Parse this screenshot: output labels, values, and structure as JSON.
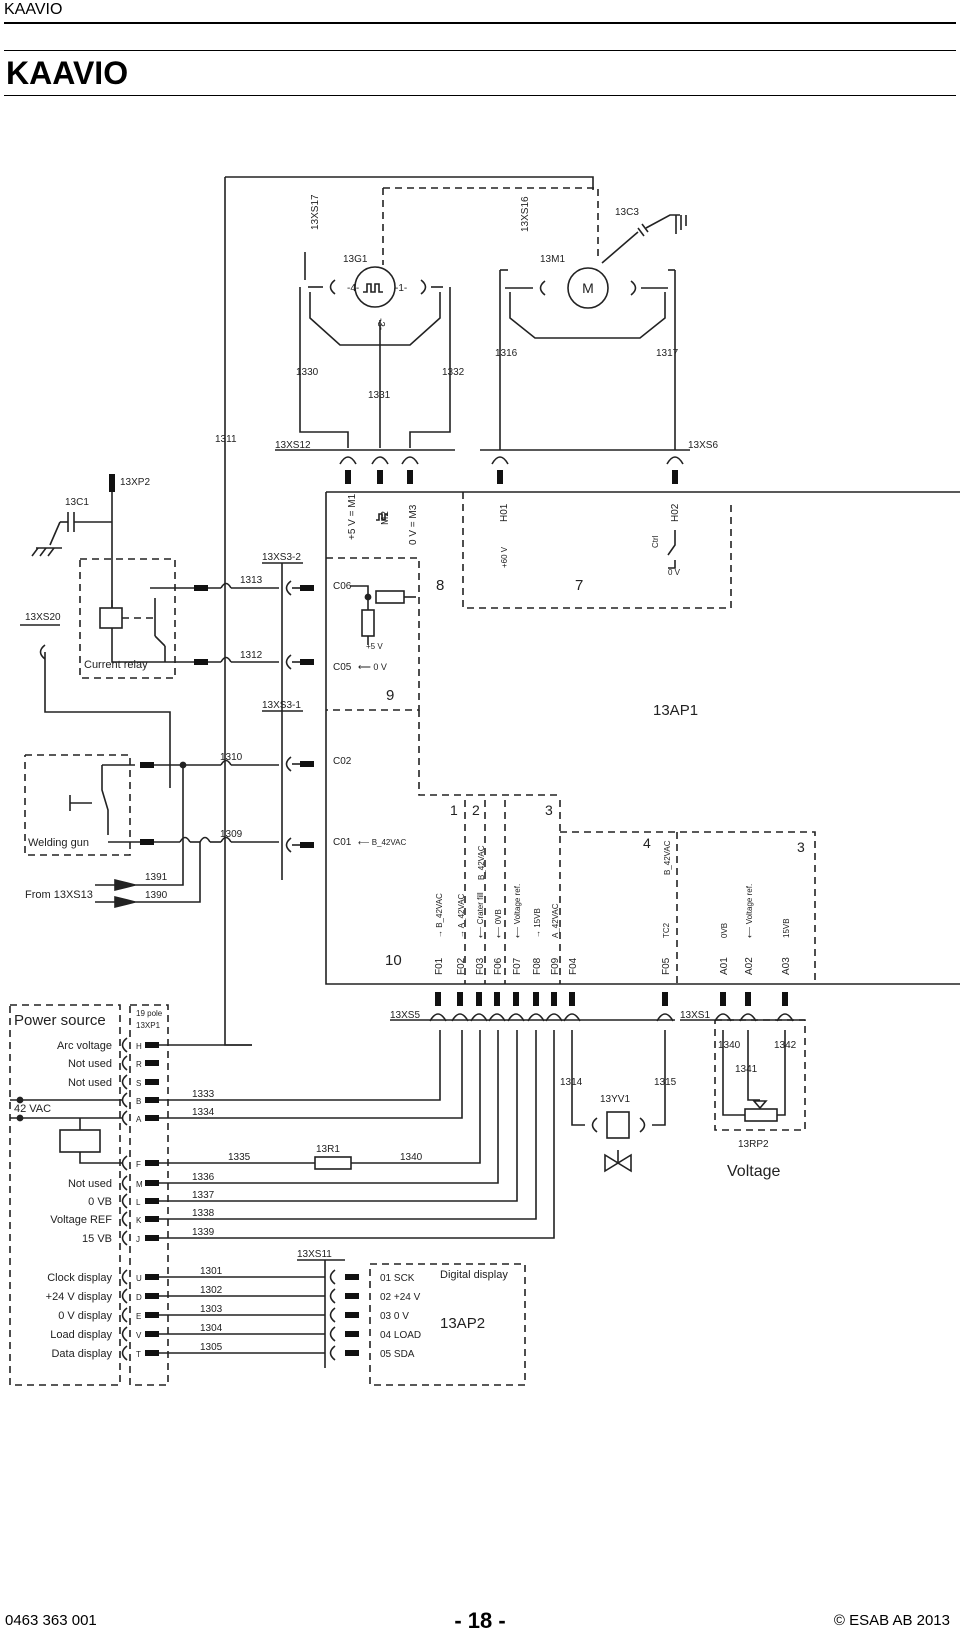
{
  "header": {
    "small_title": "KAAVIO",
    "big_title": "KAAVIO"
  },
  "footer": {
    "doc_number": "0463 363 001",
    "page": "- 18 -",
    "copyright": "© ESAB AB 2013"
  },
  "components": {
    "x13XS17": "13XS17",
    "x13G1": "13G1",
    "x13XS16": "13XS16",
    "x13M1": "13M1",
    "x13C3": "13C3",
    "motor": "M",
    "x13XS12": "13XS12",
    "x13XS6": "13XS6",
    "x13XP2": "13XP2",
    "x13C1": "13C1",
    "x13XS3_2": "13XS3-2",
    "x13XS3_1": "13XS3-1",
    "x13XS20": "13XS20",
    "current_relay": "Current relay",
    "welding_gun": "Welding gun",
    "from_13xs13": "From 13XS13",
    "x13AP1": "13AP1",
    "x13XS5": "13XS5",
    "x13XS1": "13XS1",
    "x13YV1": "13YV1",
    "x13R1": "13R1",
    "x13RP2": "13RP2",
    "voltage": "Voltage",
    "x13XS11": "13XS11",
    "digital_display": "Digital display",
    "x13AP2": "13AP2",
    "power_source": "Power source",
    "pole_19": "19 pole",
    "x13XP1": "13XP1",
    "vac42": "42 VAC",
    "g1_4": "-4-",
    "g1_1": "-1-",
    "g1_3": "-3-"
  },
  "wires": {
    "w1330": "1330",
    "w1331": "1331",
    "w1332": "1332",
    "w1316": "1316",
    "w1317": "1317",
    "w1311": "1311",
    "w1313": "1313",
    "w1312": "1312",
    "w1310": "1310",
    "w1309": "1309",
    "w1391": "1391",
    "w1390": "1390",
    "w1333": "1333",
    "w1334": "1334",
    "w1335": "1335",
    "w1340": "1340",
    "w1336": "1336",
    "w1337": "1337",
    "w1338": "1338",
    "w1339": "1339",
    "w1314": "1314",
    "w1315": "1315",
    "w1340b": "1340",
    "w1341": "1341",
    "w1342": "1342",
    "w1301": "1301",
    "w1302": "1302",
    "w1303": "1303",
    "w1304": "1304",
    "w1305": "1305"
  },
  "ap1_labels": {
    "m1": "+5 V = M1",
    "m2": "M2",
    "m3": "0 V = M3",
    "h01": "H01",
    "h02": "H02",
    "v60": "+60 V",
    "ctrl": "Ctrl",
    "v0": "0 V",
    "c06": "C06",
    "c05": "C05",
    "c02": "C02",
    "c01": "C01",
    "c05_arrow": "⟵ 0 V",
    "v5": "+5 V",
    "c01_arrow": "⟵ B_42VAC",
    "s8": "8",
    "s7": "7",
    "s9": "9",
    "s1": "1",
    "s2": "2",
    "s3a": "3",
    "s4": "4",
    "s3b": "3",
    "s10": "10"
  },
  "f_pins": [
    "F01",
    "F02",
    "F03",
    "F06",
    "F07",
    "F08",
    "F09",
    "F04",
    "F05",
    "A01",
    "A02",
    "A03"
  ],
  "f_signals": [
    "→ B_42VAC",
    "→ A_42VAC",
    "⟵ Crater fill",
    "⟵ 0VB",
    "⟵ Voltage ref.",
    "→ 15VB",
    "A_42VAC",
    "TC2",
    "0VB",
    "⟵ Voltage ref.",
    "15VB"
  ],
  "f_upper": {
    "b42": "B_42VAC",
    "a42": "A_42VAC",
    "b42b": "B_42VAC",
    "fc": "B_42VAC"
  },
  "power_source_rows": [
    {
      "name": "Arc voltage",
      "pin": "H"
    },
    {
      "name": "Not used",
      "pin": "R"
    },
    {
      "name": "Not used",
      "pin": "S"
    },
    {
      "name": "",
      "pin": "B"
    },
    {
      "name": "",
      "pin": "A"
    },
    {
      "name": "",
      "pin": "F"
    },
    {
      "name": "Not used",
      "pin": "M"
    },
    {
      "name": "0 VB",
      "pin": "L"
    },
    {
      "name": "Voltage REF",
      "pin": "K"
    },
    {
      "name": "15 VB",
      "pin": "J"
    },
    {
      "name": "Clock display",
      "pin": "U"
    },
    {
      "name": "+24 V display",
      "pin": "D"
    },
    {
      "name": "0 V display",
      "pin": "E"
    },
    {
      "name": "Load display",
      "pin": "V"
    },
    {
      "name": "Data display",
      "pin": "T"
    }
  ],
  "display_pins": [
    "01 SCK",
    "02 +24 V",
    "03 0 V",
    "04 LOAD",
    "05 SDA"
  ]
}
